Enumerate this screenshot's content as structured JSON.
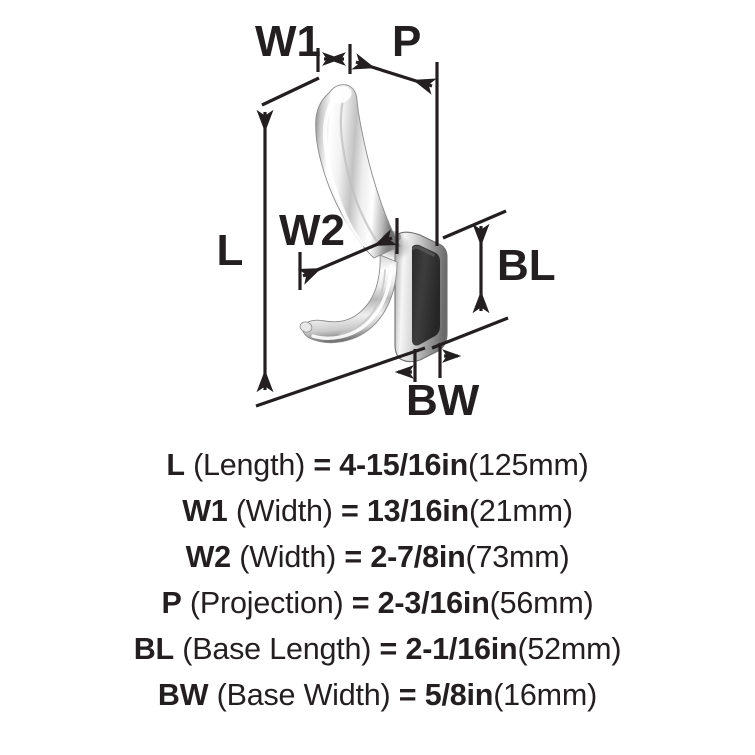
{
  "diagram": {
    "product": "double-prong-coat-hook",
    "finish_description": "satin nickel / polished chrome",
    "callouts": [
      {
        "key": "W1",
        "label": "W1"
      },
      {
        "key": "P",
        "label": "P"
      },
      {
        "key": "L",
        "label": "L"
      },
      {
        "key": "W2",
        "label": "W2"
      },
      {
        "key": "BL",
        "label": "BL"
      },
      {
        "key": "BW",
        "label": "BW"
      }
    ],
    "colors": {
      "line": "#231f20",
      "metal_highlight": "#ffffff",
      "metal_mid": "#cfcfcf",
      "metal_shadow": "#8f8f8f",
      "metal_edge": "#6e6e6e",
      "base_recess": "#333333",
      "background": "#ffffff"
    }
  },
  "specs": [
    {
      "abbr": "L",
      "name": "(Length)",
      "eq": "=",
      "value": "4-15/16in",
      "metric": "(125mm)"
    },
    {
      "abbr": "W1",
      "name": "(Width)",
      "eq": "=",
      "value": "13/16in",
      "metric": "(21mm)"
    },
    {
      "abbr": "W2",
      "name": "(Width)",
      "eq": "=",
      "value": "2-7/8in",
      "metric": "(73mm)"
    },
    {
      "abbr": "P",
      "name": "(Projection)",
      "eq": "=",
      "value": "2-3/16in",
      "metric": "(56mm)"
    },
    {
      "abbr": "BL",
      "name": "(Base Length)",
      "eq": "=",
      "value": "2-1/16in",
      "metric": "(52mm)"
    },
    {
      "abbr": "BW",
      "name": "(Base Width)",
      "eq": "=",
      "value": "5/8in",
      "metric": "(16mm)"
    }
  ]
}
